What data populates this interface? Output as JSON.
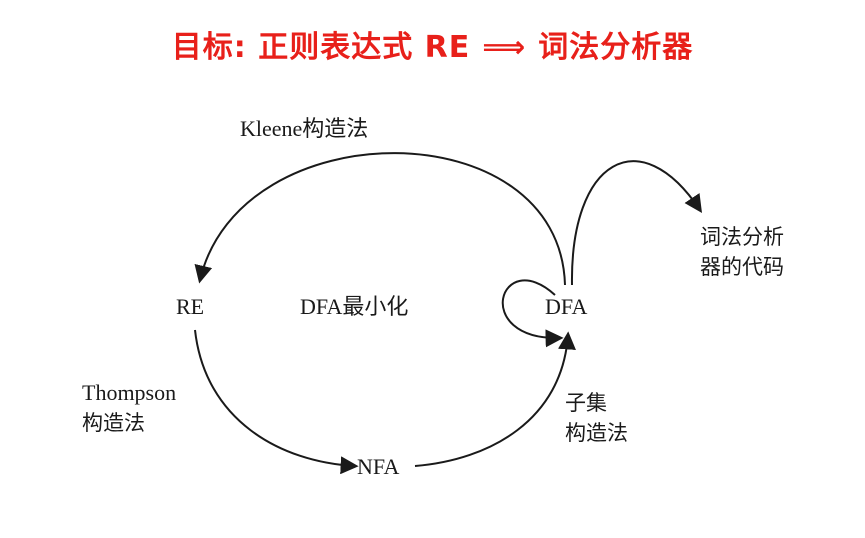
{
  "title": {
    "prefix": "目标: 正则表达式 RE",
    "arrow": "⟹",
    "suffix": "词法分析器",
    "color": "#e8201a"
  },
  "nodes": {
    "re": "RE",
    "nfa": "NFA",
    "dfa": "DFA",
    "output_line1": "词法分",
    "output_line2": "析",
    "output_line3": "器的代码"
  },
  "edges": {
    "kleene": "Kleene构造法",
    "thompson_line1": "Thompson",
    "thompson_line2": "构造法",
    "subset_line1": "子集",
    "subset_line2": "构造法",
    "dfa_min": "DFA最小化"
  },
  "colors": {
    "ink": "#1a1a1a"
  }
}
